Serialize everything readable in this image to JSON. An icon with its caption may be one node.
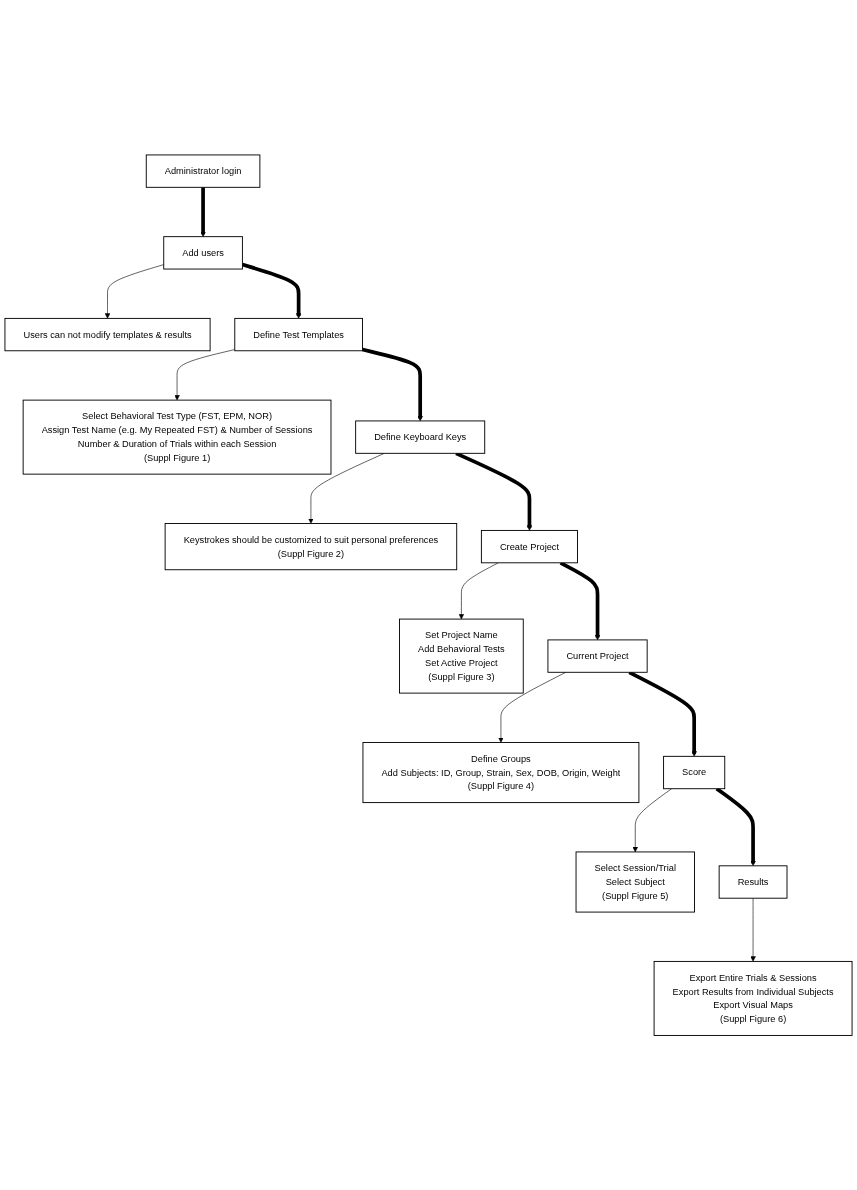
{
  "diagram": {
    "nodes": [
      {
        "text": [
          "Administrator login"
        ]
      },
      {
        "text": [
          "Add users"
        ]
      },
      {
        "text": [
          "Users can not modify templates & results"
        ]
      },
      {
        "text": [
          "Define Test Templates"
        ]
      },
      {
        "text": [
          "Select Behavioral Test Type (FST, EPM, NOR)",
          "Assign Test Name (e.g. My Repeated FST) & Number of Sessions",
          "Number & Duration of Trials within each Session",
          "(Suppl Figure 1)"
        ]
      },
      {
        "text": [
          "Define Keyboard Keys"
        ]
      },
      {
        "text": [
          "Keystrokes should be customized to suit personal preferences",
          "(Suppl Figure 2)"
        ]
      },
      {
        "text": [
          "Create Project"
        ]
      },
      {
        "text": [
          "Set Project Name",
          "Add Behavioral Tests",
          "Set Active Project",
          "(Suppl Figure 3)"
        ]
      },
      {
        "text": [
          "Current Project"
        ]
      },
      {
        "text": [
          "Define Groups",
          "Add Subjects: ID, Group, Strain, Sex, DOB, Origin, Weight",
          "(Suppl Figure 4)"
        ]
      },
      {
        "text": [
          "Score"
        ]
      },
      {
        "text": [
          "Select Session/Trial",
          "Select Subject",
          "(Suppl Figure 5)"
        ]
      },
      {
        "text": [
          "Results"
        ]
      },
      {
        "text": [
          "Export Entire Trials & Sessions",
          "Export Results from Individual Subjects",
          "Export Visual Maps",
          "(Suppl Figure 6)"
        ]
      }
    ],
    "edges": [
      {
        "from": 0,
        "to": 1,
        "arrow": "to",
        "style": "thick"
      },
      {
        "from": 1,
        "to": 2,
        "arrow": "to"
      },
      {
        "from": 1,
        "to": 3,
        "arrow": "to",
        "style": "thick"
      },
      {
        "from": 3,
        "to": 4,
        "arrow": "to"
      },
      {
        "from": 3,
        "to": 5,
        "arrow": "to",
        "style": "thick"
      },
      {
        "from": 5,
        "to": 6,
        "arrow": "to"
      },
      {
        "from": 5,
        "to": 7,
        "arrow": "to",
        "style": "thick"
      },
      {
        "from": 7,
        "to": 8,
        "arrow": "to"
      },
      {
        "from": 7,
        "to": 9,
        "arrow": "to",
        "style": "thick"
      },
      {
        "from": 9,
        "to": 10,
        "arrow": "to"
      },
      {
        "from": 9,
        "to": 11,
        "arrow": "to",
        "style": "thick"
      },
      {
        "from": 11,
        "to": 12,
        "arrow": "to"
      },
      {
        "from": 11,
        "to": 13,
        "arrow": "to",
        "style": "thick"
      },
      {
        "from": 13,
        "to": 14,
        "arrow": "to"
      }
    ]
  }
}
